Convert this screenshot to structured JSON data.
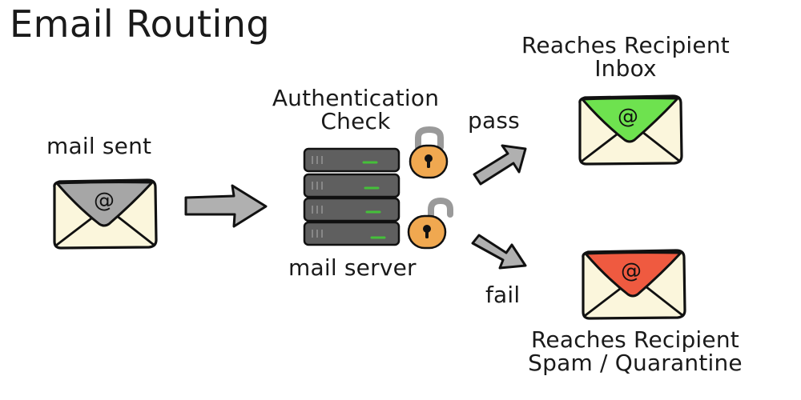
{
  "title": "Email Routing",
  "nodes": {
    "sent": {
      "label": "mail sent",
      "icon": "email-envelope-icon",
      "flap_color": "#a6a6a6"
    },
    "server": {
      "label": "mail server",
      "icon": "server-stack-icon",
      "check_label_line1": "Authentication",
      "check_label_line2": "Check",
      "lock_icons": [
        "closed-padlock-icon",
        "open-padlock-icon"
      ]
    },
    "inbox": {
      "label_line1": "Reaches Recipient",
      "label_line2": "Inbox",
      "icon": "email-envelope-icon",
      "flap_color": "#6ee24f"
    },
    "spam": {
      "label_line1": "Reaches Recipient",
      "label_line2": "Spam / Quarantine",
      "icon": "email-envelope-icon",
      "flap_color": "#ef5a40"
    }
  },
  "edges": [
    {
      "from": "sent",
      "to": "server",
      "label": ""
    },
    {
      "from": "server",
      "to": "inbox",
      "label": "pass"
    },
    {
      "from": "server",
      "to": "spam",
      "label": "fail"
    }
  ],
  "colors": {
    "envelope_body": "#fbf6dc",
    "arrow_fill": "#b0b0b0",
    "server_body": "#5f5f5f",
    "server_led": "#45c03a",
    "lock_body": "#f0a850",
    "lock_shackle": "#9a9a9a"
  }
}
